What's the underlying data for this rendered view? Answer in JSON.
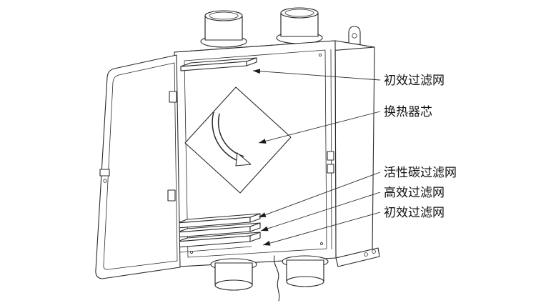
{
  "diagram": {
    "type": "technical-line-drawing",
    "subject": "wall-mounted heat recovery ventilator, door open, internal components annotated",
    "labels": {
      "top_primary_filter": "初效过滤网",
      "heat_exchanger_core": "换热器芯",
      "activated_carbon_filter": "活性碳过滤网",
      "hepa_filter": "高效过滤网",
      "bottom_primary_filter": "初效过滤网"
    },
    "colors": {
      "line": "#2a2a2a",
      "background": "#ffffff"
    }
  }
}
